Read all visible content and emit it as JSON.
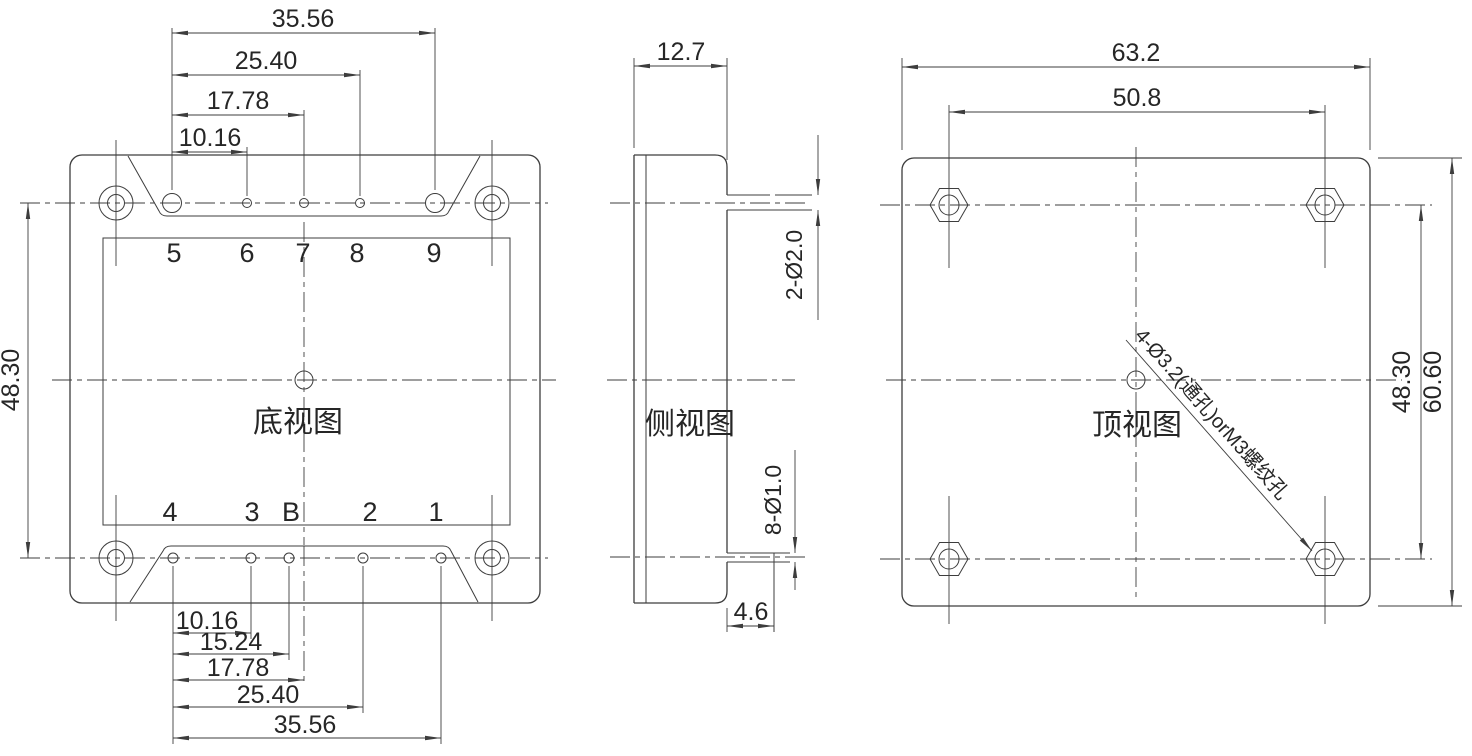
{
  "colors": {
    "line": "#3d3d3d",
    "text": "#262626",
    "background": "#ffffff"
  },
  "views": {
    "bottom": {
      "label": "底视图",
      "top_dims": [
        "35.56",
        "25.40",
        "17.78",
        "10.16"
      ],
      "left_dim": "48.30",
      "bottom_dims": [
        "10.16",
        "15.24",
        "17.78",
        "25.40",
        "35.56"
      ],
      "top_pins": [
        "5",
        "6",
        "7",
        "8",
        "9"
      ],
      "bottom_pins": [
        "4",
        "3",
        "B",
        "2",
        "1"
      ]
    },
    "side": {
      "label": "侧视图",
      "width_dim": "12.7",
      "top_pin_dim": "2-Ø2.0",
      "bottom_pin_dim": "8-Ø1.0",
      "pin_length_dim": "4.6"
    },
    "top": {
      "label": "顶视图",
      "width_dim": "63.2",
      "hole_span_h_dim": "50.8",
      "hole_span_v_dim": "48.30",
      "height_dim": "60.60",
      "leader_note": "4-Ø3.2(通孔)orM3螺纹孔"
    }
  }
}
